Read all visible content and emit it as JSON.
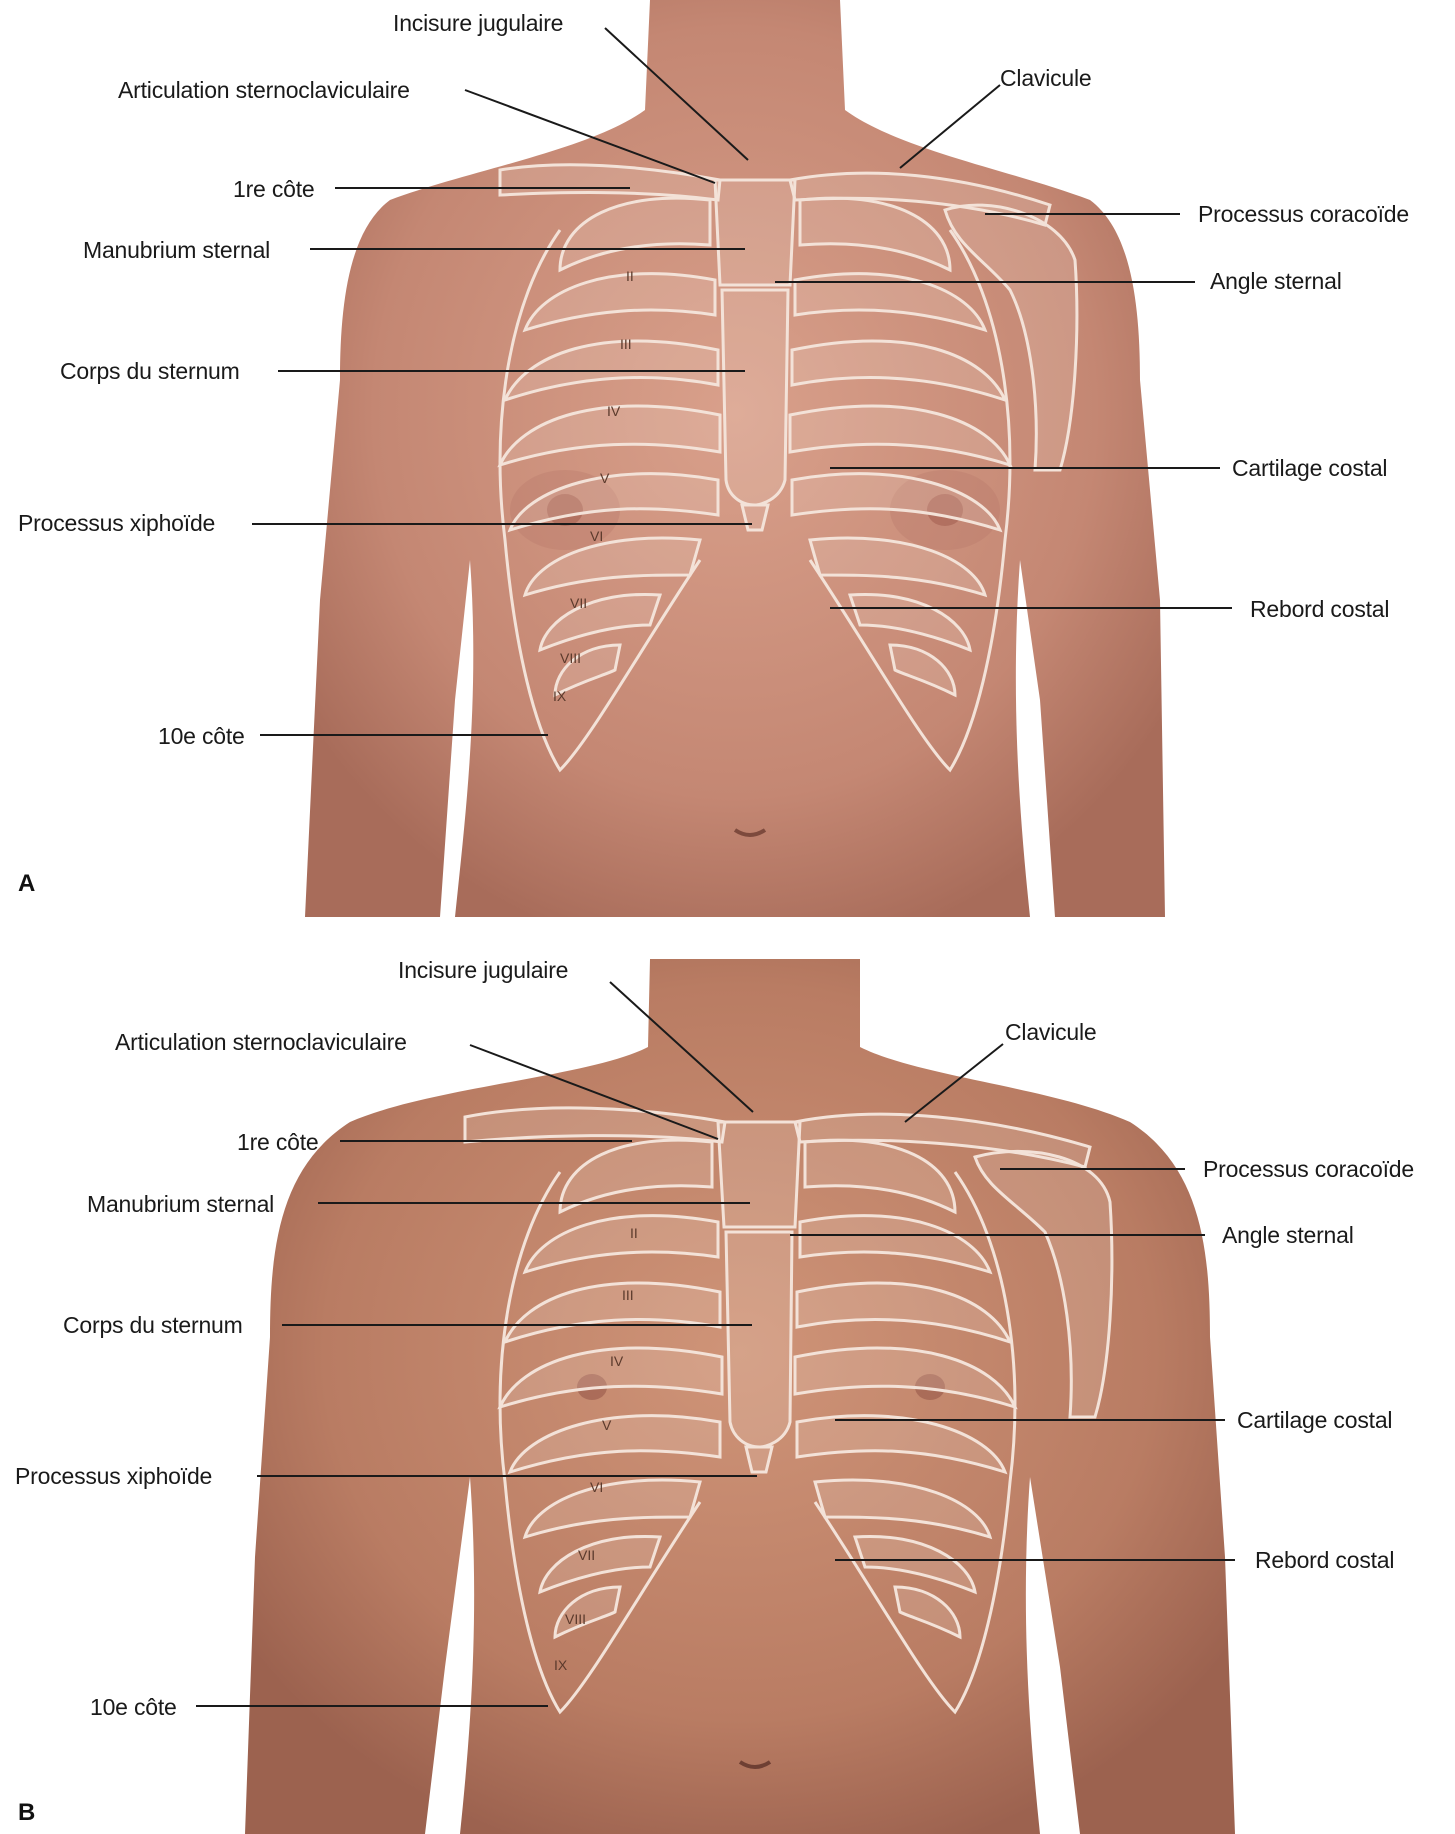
{
  "labels": {
    "incisure": "Incisure jugulaire",
    "articulation": "Articulation sternoclaviculaire",
    "clavicule": "Clavicule",
    "cote1": "1re côte",
    "coracoide": "Processus coracoïde",
    "manubrium": "Manubrium sternal",
    "angle": "Angle sternal",
    "corps": "Corps du sternum",
    "cartilage": "Cartilage costal",
    "xiphoide": "Processus xiphoïde",
    "rebord": "Rebord costal",
    "cote10": "10e côte"
  },
  "rib_numerals": [
    "II",
    "III",
    "IV",
    "V",
    "VI",
    "VII",
    "VIII",
    "IX"
  ],
  "panels": [
    "A",
    "B"
  ],
  "colors": {
    "skin": "#c98f7c",
    "skin_dark": "#b07463",
    "bone_outline": "#f3e2d8",
    "leader_line": "#1a1a1a"
  }
}
